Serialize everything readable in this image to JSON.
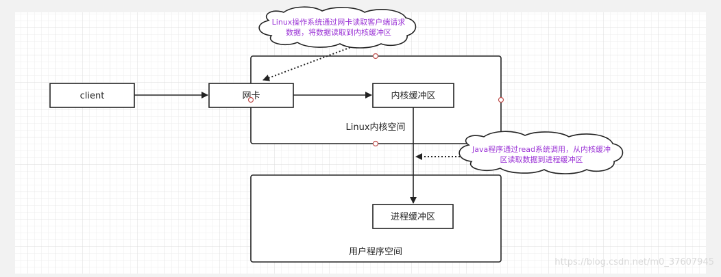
{
  "nodes": {
    "client": "client",
    "nic": "网卡",
    "kernel_buffer": "内核缓冲区",
    "process_buffer": "进程缓冲区",
    "linux_kernel_space": "Linux内核空间",
    "user_program_space": "用户程序空间"
  },
  "notes": {
    "os_reads_nic": [
      "Linux操作系统通过网卡读取客户端请求",
      "数据，将数据读取到内核缓冲区"
    ],
    "java_read_call": [
      "Java程序通过read系统调用，从内核缓冲",
      "区读取数据到进程缓冲区"
    ]
  },
  "watermark": "https://blog.csdn.net/m0_37607945",
  "colors": {
    "note_text": "#9b34d6",
    "box_stroke": "#222222",
    "handle": "#c0504d"
  }
}
